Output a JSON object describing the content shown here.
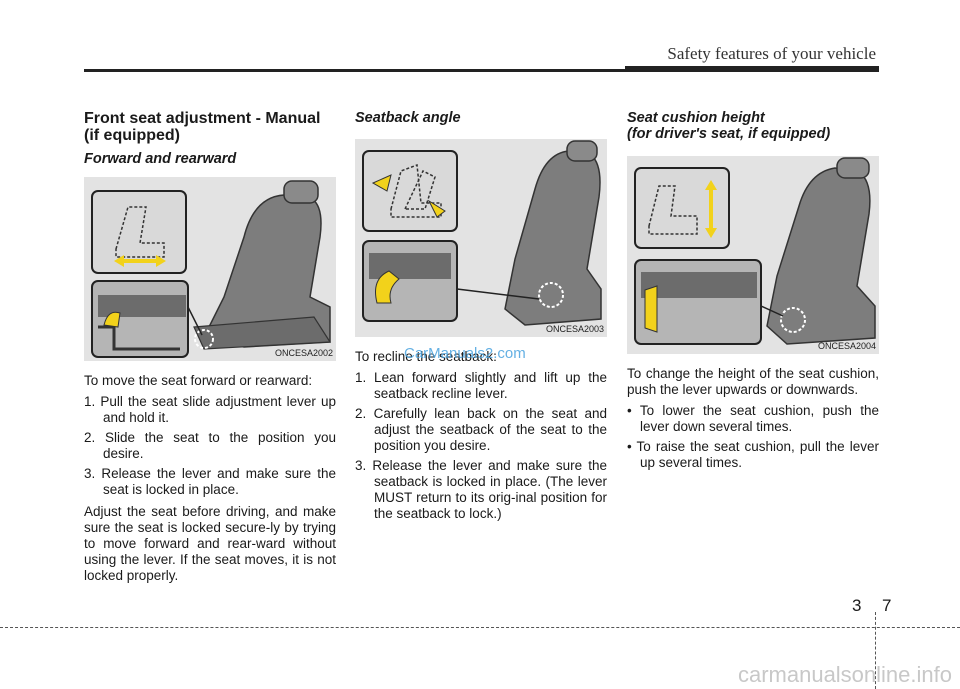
{
  "header": {
    "title": "Safety features of your vehicle"
  },
  "col1": {
    "heading": "Front seat adjustment - Manual (if equipped)",
    "subheading": "Forward and rearward",
    "figure_code": "ONCESA2002",
    "intro": "To move the seat forward or rearward:",
    "steps": [
      "1. Pull the seat slide adjustment lever up and hold it.",
      "2. Slide the seat to the position you desire.",
      "3. Release the lever and make sure the seat is locked in place."
    ],
    "paragraph": "Adjust the seat before driving, and make sure the seat is locked secure-ly by trying to move forward and rear-ward without using the lever. If the seat moves, it is not locked properly."
  },
  "col2": {
    "subheading": "Seatback angle",
    "figure_code": "ONCESA2003",
    "intro": "To recline the seatback:",
    "steps": [
      "1. Lean forward slightly and lift up the seatback recline lever.",
      "2. Carefully lean back on the seat and adjust the seatback of the seat to the position you desire.",
      "3. Release the lever and make sure the seatback is locked in place. (The lever MUST return to its orig-inal position for the seatback to lock.)"
    ]
  },
  "col3": {
    "subheading_line1": "Seat cushion height",
    "subheading_line2": "(for driver's seat, if equipped)",
    "figure_code": "ONCESA2004",
    "intro": "To change the height of the seat cushion, push the lever upwards or downwards.",
    "bullets": [
      "To lower the seat cushion, push the lever down several times.",
      "To raise the seat cushion, pull the lever  up several times."
    ]
  },
  "watermark": "CarManuals2.com",
  "footer": {
    "chapter": "3",
    "page": "7",
    "site": "carmanualsonline.info"
  },
  "colors": {
    "arrow": "#f2d21b",
    "figure_bg": "#e3e3e3",
    "text": "#1a1a1a",
    "watermark": "#4aa3df"
  }
}
